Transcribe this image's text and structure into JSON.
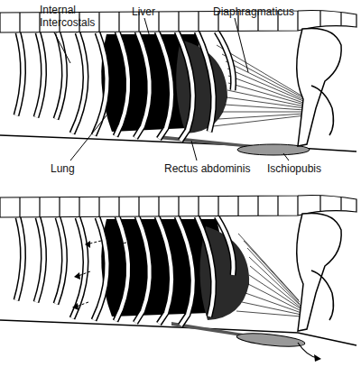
{
  "diagram": {
    "labels": [
      "Internal Intercostals",
      "Liver",
      "Diaphragmaticus",
      "Lung",
      "Rectus abdominis",
      "Ischiopubis"
    ]
  }
}
